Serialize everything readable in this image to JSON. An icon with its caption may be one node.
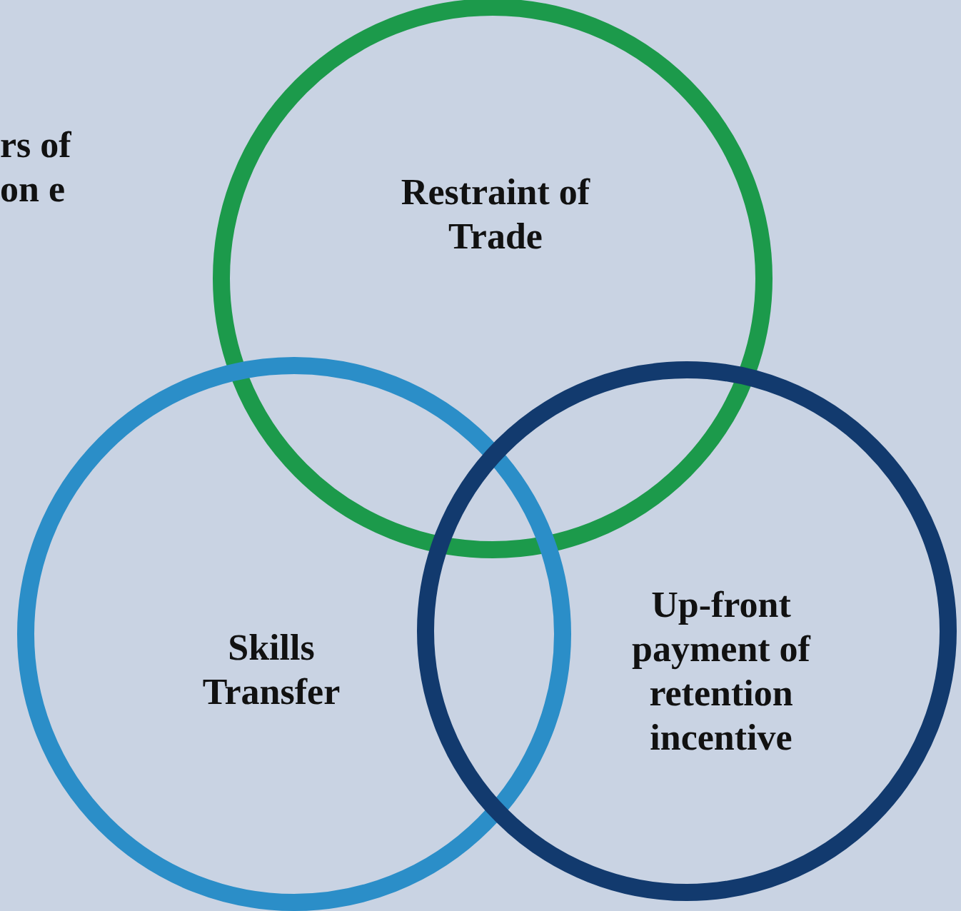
{
  "diagram": {
    "nodes": [
      {
        "text": [
          "Restraint of Trade"
        ]
      },
      {
        "text": [
          "Skills Transfer"
        ]
      },
      {
        "text": [
          "Up-front payment of retention incentive"
        ]
      }
    ],
    "labels": [
      "rs of on e"
    ]
  }
}
